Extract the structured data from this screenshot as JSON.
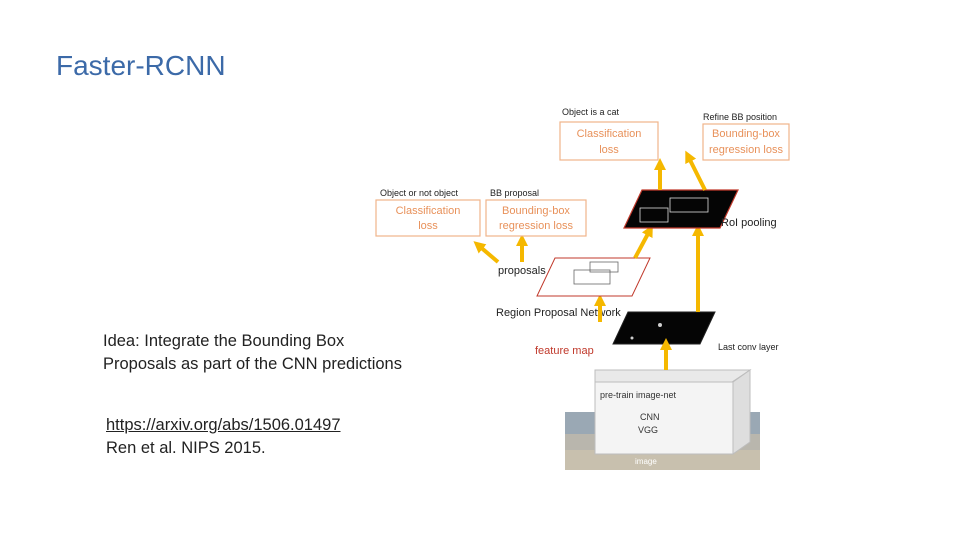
{
  "slide": {
    "title": "Faster-RCNN",
    "idea_text": "Idea: Integrate the Bounding Box Proposals as part of the CNN predictions",
    "link_text": "https://arxiv.org/abs/1506.01497",
    "citation": "Ren et al. NIPS 2015."
  },
  "diagram": {
    "top_left_caption": "Object is a cat",
    "top_right_caption": "Refine BB position",
    "top_cls_loss_line1": "Classification",
    "top_cls_loss_line2": "loss",
    "top_bbox_loss_line1": "Bounding-box",
    "top_bbox_loss_line2": "regression loss",
    "ellipsis": "...",
    "rpn_left_caption": "Object or not object",
    "rpn_right_caption": "BB proposal",
    "rpn_cls_loss_line1": "Classification",
    "rpn_cls_loss_line2": "loss",
    "rpn_bbox_loss_line1": "Bounding-box",
    "rpn_bbox_loss_line2": "regression loss",
    "roi_pooling": "RoI pooling",
    "proposals": "proposals",
    "region_proposal_network": "Region Proposal Network",
    "feature_map": "feature map",
    "last_conv_layer": "Last conv layer",
    "pretrain_label": "pre-train image-net",
    "cnn": "CNN",
    "vgg": "VGG",
    "image": "image"
  },
  "colors": {
    "title": "#3c6aa8",
    "loss_box_border": "#f0b48a",
    "loss_box_text": "#e8915a",
    "arrow": "#f5b800",
    "feature_map_text": "#c0392b",
    "proposal_outline": "#c0392b"
  }
}
